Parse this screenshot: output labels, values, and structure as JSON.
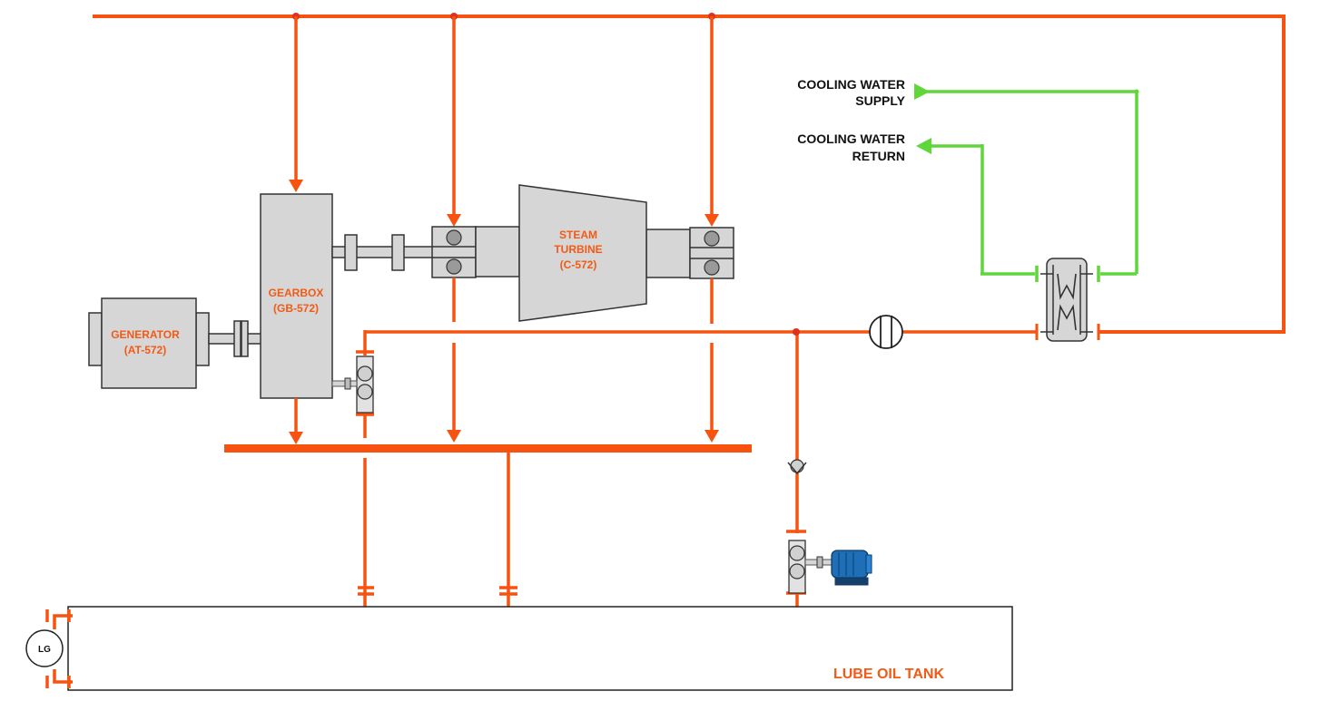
{
  "colors": {
    "oil_line": "#f7520f",
    "cooling_water": "#5fd63a",
    "equipment_fill": "#d6d6d6",
    "equipment_stroke": "#333333",
    "label_orange": "#f25a15",
    "motor_blue": "#1e6fb8"
  },
  "equipment": {
    "generator": {
      "name": "GENERATOR",
      "tag": "(AT-572)"
    },
    "gearbox": {
      "name": "GEARBOX",
      "tag": "(GB-572)"
    },
    "turbine": {
      "name_line1": "STEAM",
      "name_line2": "TURBINE",
      "tag": "(C-572)"
    },
    "tank": {
      "name": "LUBE OIL TANK"
    },
    "level_gauge": {
      "tag": "LG"
    }
  },
  "streams": {
    "cw_supply": {
      "line1": "COOLING WATER",
      "line2": "SUPPLY"
    },
    "cw_return": {
      "line1": "COOLING WATER",
      "line2": "RETURN"
    }
  },
  "icons": [
    "heat-exchanger-icon",
    "filter-icon",
    "check-valve-icon",
    "pump-icon",
    "electric-motor-icon",
    "bearing-icon",
    "coupling-icon",
    "level-gauge-icon"
  ]
}
